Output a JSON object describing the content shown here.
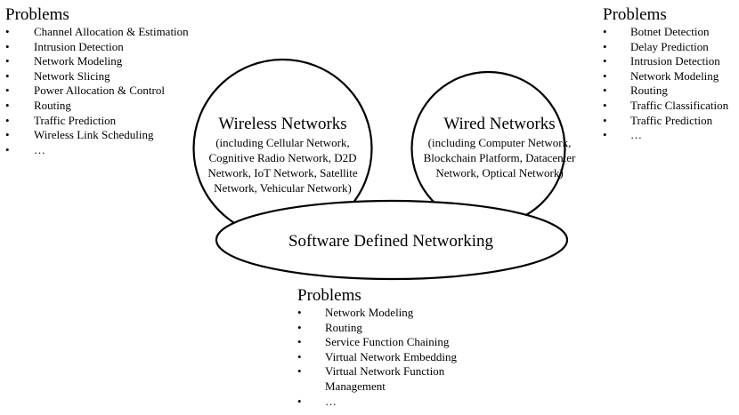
{
  "left_problems": {
    "title": "Problems",
    "bullet": "•",
    "items": [
      "Channel Allocation & Estimation",
      "Intrusion Detection",
      "Network Modeling",
      "Network Slicing",
      "Power Allocation & Control",
      "Routing",
      "Traffic Prediction",
      "Wireless Link Scheduling",
      "…"
    ]
  },
  "right_problems": {
    "title": "Problems",
    "bullet": "•",
    "items": [
      "Botnet Detection",
      "Delay Prediction",
      "Intrusion Detection",
      "Network Modeling",
      "Routing",
      "Traffic Classification",
      "Traffic Prediction",
      "…"
    ]
  },
  "bottom_problems": {
    "title": "Problems",
    "bullet": "•",
    "items": [
      "Network Modeling",
      "Routing",
      "Service Function Chaining",
      "Virtual Network Embedding",
      "Virtual Network Function Management",
      "…"
    ]
  },
  "wireless": {
    "title": "Wireless Networks",
    "lines": [
      "(including Cellular Network,",
      "Cognitive Radio Network, D2D",
      "Network, IoT Network, Satellite",
      "Network, Vehicular Network)"
    ]
  },
  "wired": {
    "title": "Wired Networks",
    "lines": [
      "(including Computer Network,",
      "Blockchain Platform, Datacenter",
      "Network, Optical Network)"
    ]
  },
  "sdn": {
    "title": "Software Defined Networking"
  }
}
